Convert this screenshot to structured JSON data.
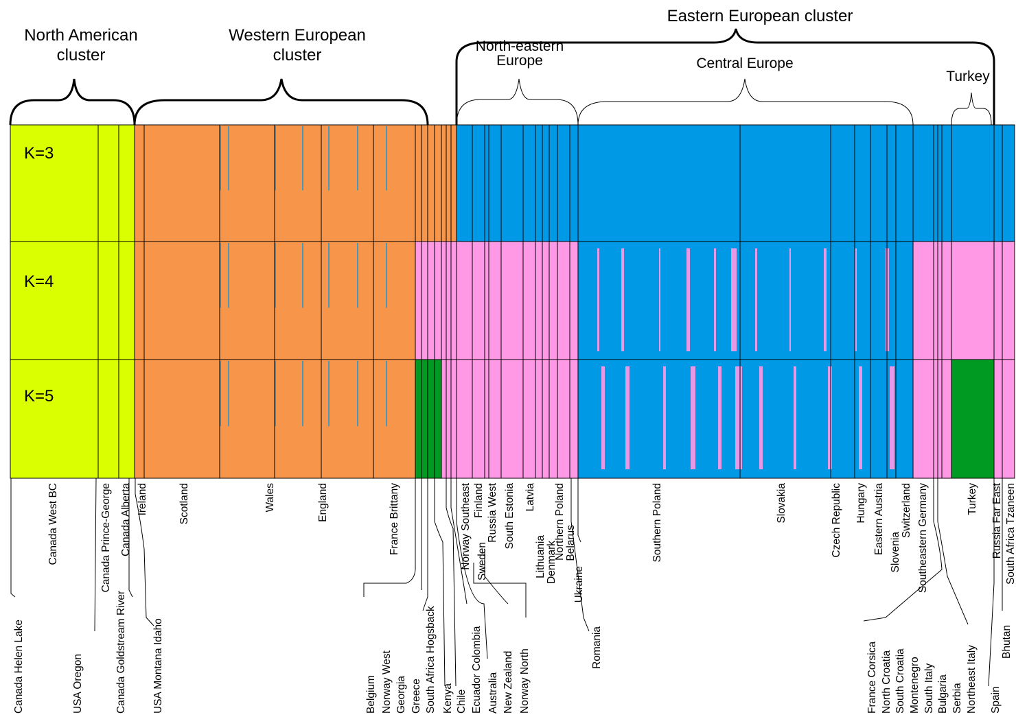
{
  "headings": {
    "north_american": [
      "North American",
      "cluster"
    ],
    "western_european": [
      "Western European",
      "cluster"
    ],
    "eastern_european": "Eastern European cluster",
    "north_eastern": [
      "North-eastern",
      "Europe"
    ],
    "central": "Central Europe",
    "turkey": "Turkey"
  },
  "k_labels": [
    "K=3",
    "K=4",
    "K=5"
  ],
  "colors": {
    "north_american": "#d9ff00",
    "western_european": "#f7954a",
    "eastern": "#0099e6",
    "pink": "#ff99e6",
    "green": "#009922"
  },
  "populations_top": [
    "Canada West BC",
    "Canada Prince-George",
    "Canada Alberta",
    "Ireland",
    "Scotland",
    "Wales",
    "England",
    "France Brittany",
    "Norway Southeast",
    "Finland",
    "Sweden",
    "Russia West",
    "South Estonia",
    "Latvia",
    "Lithuania",
    "Denmark",
    "Northern Poland",
    "Belarus",
    "Ukraine",
    "Southern Poland",
    "Slovakia",
    "Czech Republic",
    "Hungary",
    "Eastern Austria",
    "Slovenia",
    "Switzerland",
    "Southeastern Germany",
    "Turkey",
    "Russia Far East",
    "South Africa Tzaneen"
  ],
  "populations_bottom": [
    "Canada Helen Lake",
    "USA Oregon",
    "Canada Goldstream River",
    "USA Montana Idaho",
    "Belgium",
    "Norway West",
    "Georgia",
    "Greece",
    "South Africa Hogsback",
    "Kenya",
    "Chile",
    "Ecuador Colombia",
    "Australia",
    "New Zealand",
    "Norway North",
    "Romania",
    "France Corsica",
    "North Croatia",
    "South Croatia",
    "Montenegro",
    "South Italy",
    "Bulgaria",
    "Serbia",
    "Northeast Italy",
    "Spain",
    "Bhutan"
  ]
}
